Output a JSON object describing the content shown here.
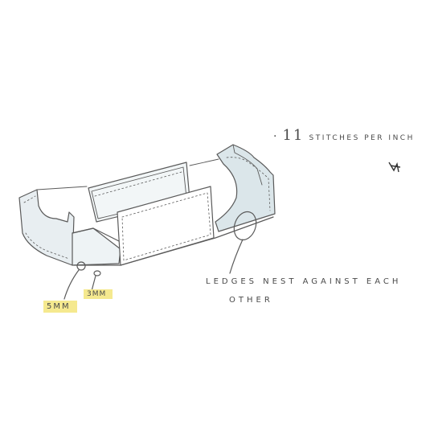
{
  "annotations": {
    "stitch_count": "11",
    "stitch_text": "STITCHES PER INCH",
    "ledge_line1": "LEDGES NEST AGAINST EACH",
    "ledge_line2": "OTHER",
    "dim_5mm": "5MM",
    "dim_3mm": "3MM"
  },
  "colors": {
    "ink": "#5a5a5a",
    "highlight": "#f5e98f",
    "leather_tint": "#dbe6ea"
  }
}
